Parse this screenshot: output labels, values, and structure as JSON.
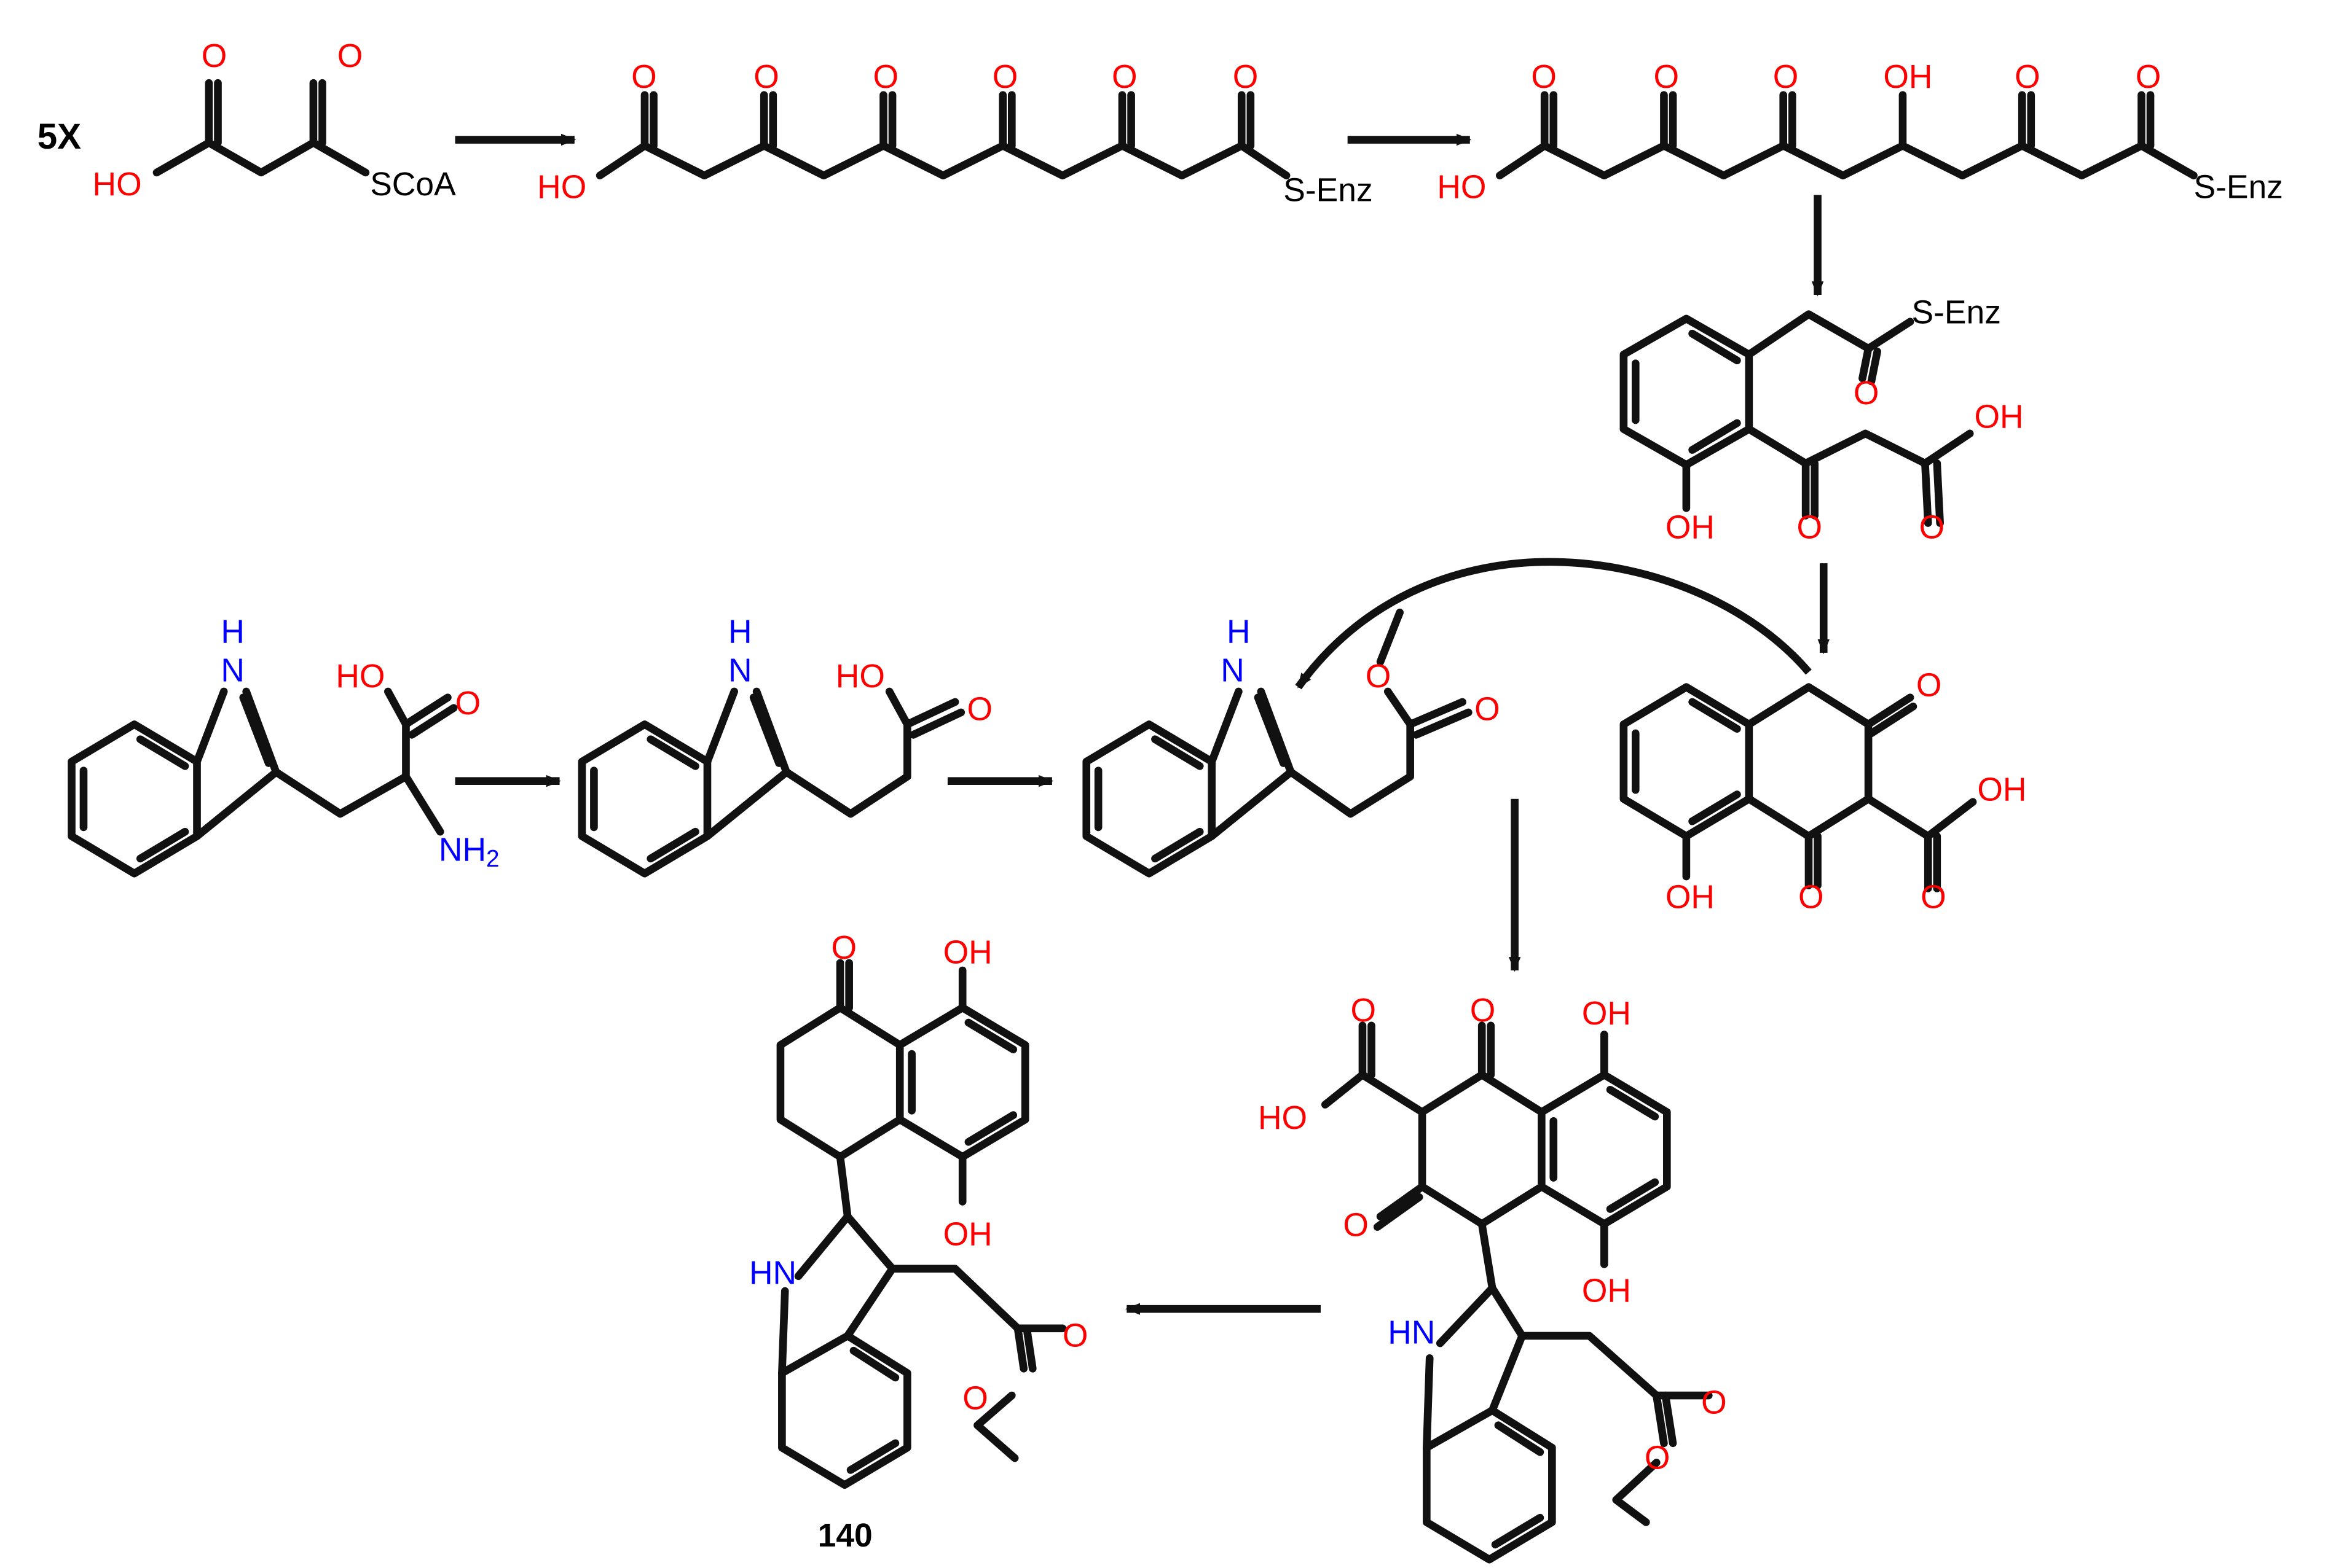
{
  "colors": {
    "bond": "#111111",
    "oxygen": "#ff0000",
    "nitrogen": "#0000ff",
    "neutral": "#000000"
  },
  "multiplier": "5X",
  "labels": {
    "OH": "OH",
    "HO": "HO",
    "O": "O",
    "SCoA": "SCoA",
    "SEnz": "S-Enz",
    "NH": "H",
    "N": "N",
    "HN": "HN",
    "NH2": "NH",
    "two": "2"
  },
  "compound_label": "140"
}
